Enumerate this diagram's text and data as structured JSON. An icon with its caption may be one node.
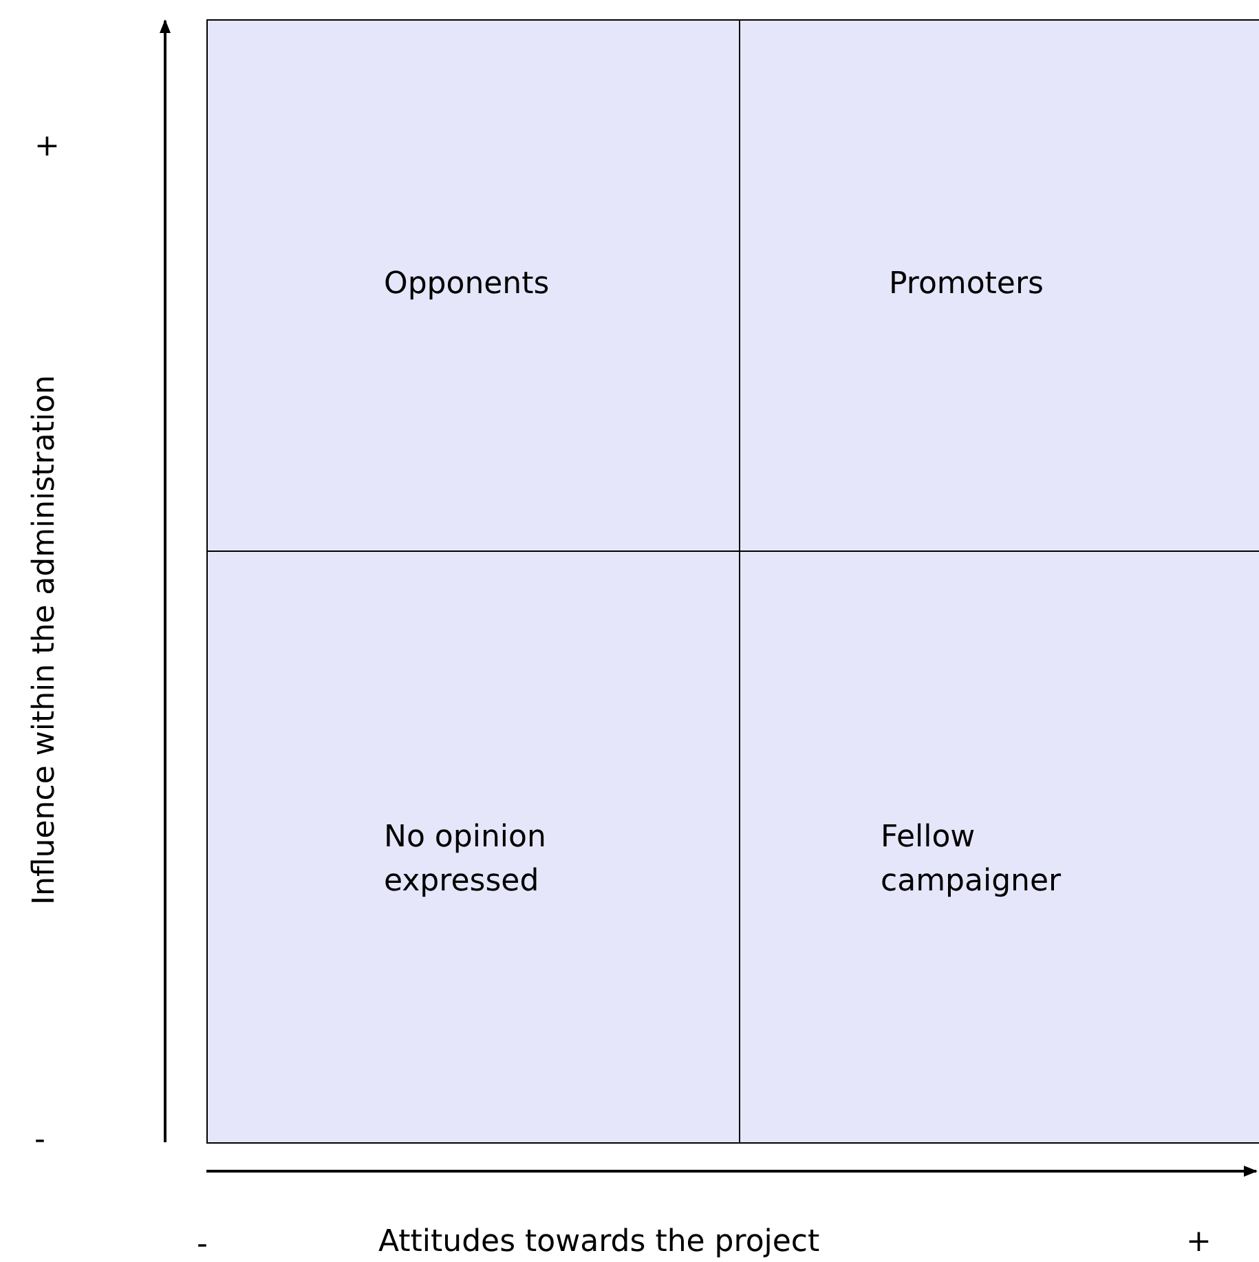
{
  "diagram": {
    "nodes": [
      {
        "text": [
          "Opponents"
        ]
      },
      {
        "text": [
          "Promoters"
        ]
      },
      {
        "text": [
          "No opinion expressed"
        ]
      },
      {
        "text": [
          "Fellow campaigner"
        ]
      }
    ],
    "labels": [
      "+",
      "Influence within the administration",
      "-",
      "-",
      "Attitudes towards the project",
      "+"
    ]
  }
}
